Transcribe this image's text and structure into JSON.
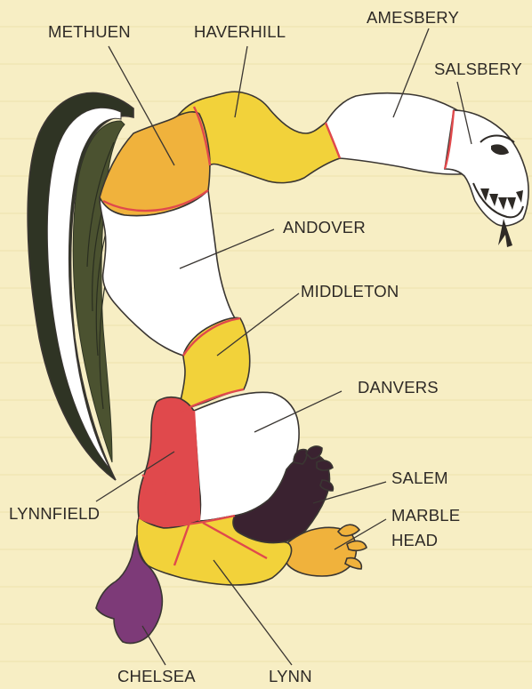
{
  "colors": {
    "background": "#f7eec4",
    "yellow": "#f2d23a",
    "orange": "#f0b23c",
    "red": "#e0494c",
    "white": "#ffffff",
    "dark_purple": "#3a2230",
    "purple": "#7d3a78",
    "wing_dark": "#2f3424",
    "wing_green": "#4b5230",
    "text": "#2e2a26"
  },
  "labels": {
    "methuen": "METHUEN",
    "haverhill": "HAVERHILL",
    "amesbery": "AMESBERY",
    "salsbery": "SALSBERY",
    "andover": "ANDOVER",
    "middleton": "MIDDLETON",
    "danvers": "DANVERS",
    "salem": "SALEM",
    "marble_1": "MARBLE",
    "marble_2": "HEAD",
    "lynnfield": "LYNNFIELD",
    "chelsea": "CHELSEA",
    "lynn": "LYNN"
  }
}
